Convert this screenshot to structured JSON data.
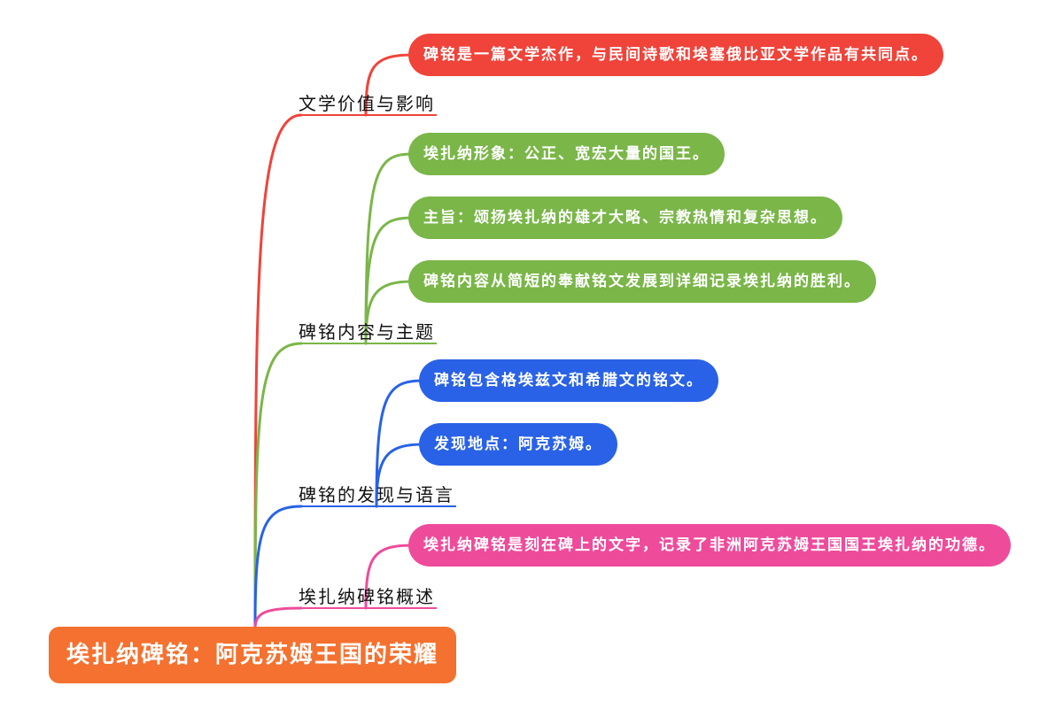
{
  "root": {
    "label": "埃扎纳碑铭：阿克苏姆王国的荣耀",
    "color": "#f4712f"
  },
  "branches": [
    {
      "label": "文学价值与影响",
      "color": "#f0433a",
      "children": [
        "碑铭是一篇文学杰作，与民间诗歌和埃塞俄比亚文学作品有共同点。"
      ]
    },
    {
      "label": "碑铭内容与主题",
      "color": "#7ab648",
      "children": [
        "埃扎纳形象：公正、宽宏大量的国王。",
        "主旨：颂扬埃扎纳的雄才大略、宗教热情和复杂思想。",
        "碑铭内容从简短的奉献铭文发展到详细记录埃扎纳的胜利。"
      ]
    },
    {
      "label": "碑铭的发现与语言",
      "color": "#2962e6",
      "children": [
        "碑铭包含格埃兹文和希腊文的铭文。",
        "发现地点：阿克苏姆。"
      ]
    },
    {
      "label": "埃扎纳碑铭概述",
      "color": "#ef4b9b",
      "children": [
        "埃扎纳碑铭是刻在碑上的文字，记录了非洲阿克苏姆王国国王埃扎纳的功德。"
      ]
    }
  ]
}
